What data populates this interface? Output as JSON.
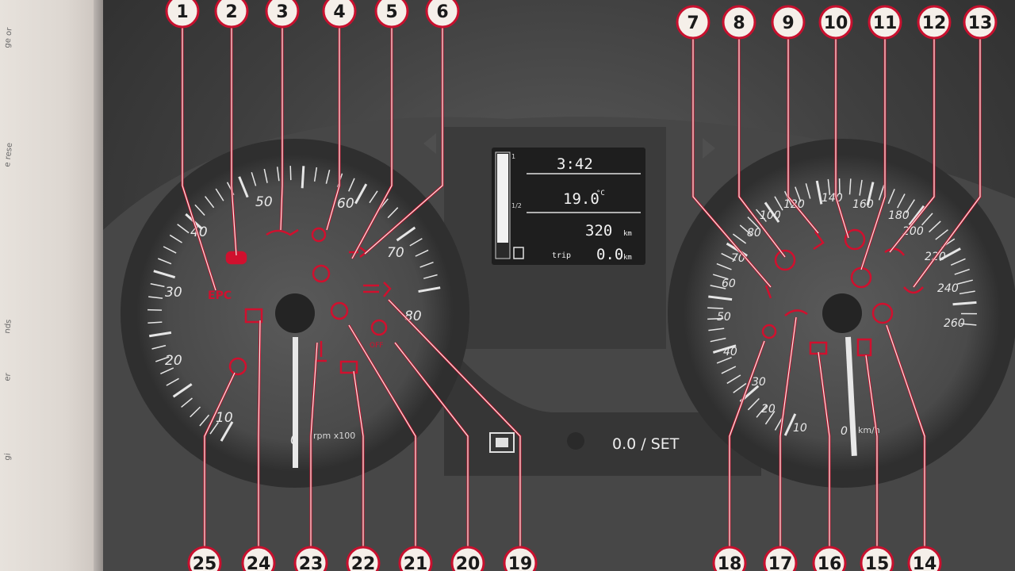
{
  "page": {
    "side_text": [
      "ge or",
      "e rese",
      "nds",
      "er",
      "gi"
    ]
  },
  "colors": {
    "callout_red": "#c8102e",
    "callout_fill": "#f5efe9",
    "dash_dark": "#3a3a3a",
    "lcd_bg": "#2b2b2b",
    "lcd_text": "#f2f2f2"
  },
  "lcd": {
    "time": "3:42",
    "temperature": "19.0",
    "temperature_unit": "°C",
    "range": "320",
    "range_unit": "km",
    "trip_label": "trip",
    "trip": "0.0",
    "trip_unit": "km",
    "fuel_half_label": "1/2",
    "fuel_full_label": "1"
  },
  "tachometer": {
    "labels": [
      "50",
      "60",
      "40",
      "70",
      "30",
      "20",
      "80",
      "10",
      "0"
    ],
    "unit_label": "rpm x100",
    "warning_lights": [
      "EPC"
    ]
  },
  "speedometer": {
    "labels": [
      "140",
      "120",
      "160",
      "100",
      "180",
      "80",
      "200",
      "70",
      "220",
      "60",
      "240",
      "50",
      "260",
      "40",
      "30",
      "20",
      "10",
      "0"
    ],
    "unit_label": "km/h"
  },
  "controls": {
    "reset_label": "0.0 / SET"
  },
  "callouts_top": [
    "1",
    "2",
    "3",
    "4",
    "5",
    "6",
    "7",
    "8",
    "9",
    "10",
    "11",
    "12",
    "13"
  ],
  "callouts_bottom": [
    "25",
    "24",
    "23",
    "22",
    "21",
    "20",
    "19",
    "18",
    "17",
    "16",
    "15",
    "14"
  ],
  "icons": [
    "epc-warning-icon",
    "engine-coolant-icon",
    "oil-pressure-icon",
    "front-fog-light-icon",
    "rear-fog-light-icon",
    "traction-control-icon",
    "headlight-icon",
    "main-beam-icon",
    "parking-brake-icon",
    "seatbelt-icon",
    "brake-system-icon",
    "cruise-control-icon",
    "tyre-pressure-icon",
    "airbag-icon",
    "door-open-icon",
    "low-fuel-icon",
    "preheat-icon",
    "battery-icon",
    "temperature-icon",
    "abs-icon",
    "start-stop-off-icon",
    "esc-off-icon",
    "speed-warning-icon",
    "glow-plug-icon"
  ]
}
